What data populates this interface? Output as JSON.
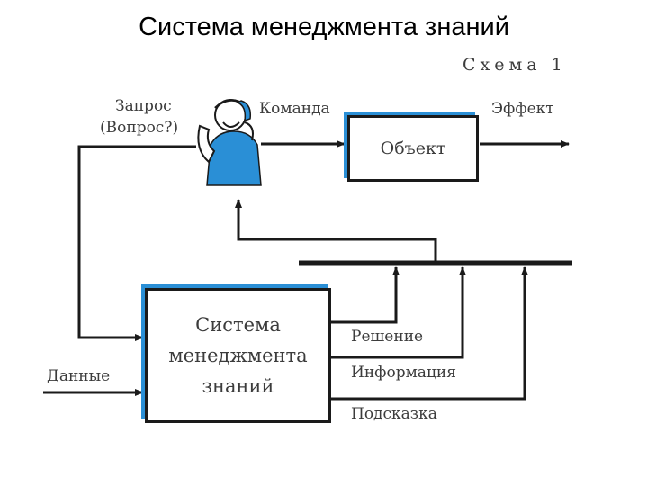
{
  "title": "Система менеджмента знаний",
  "scheme_label": "Схема 1",
  "labels": {
    "request_line1": "Запрос",
    "request_line2": "(Вопрос?)",
    "command": "Команда",
    "effect": "Эффект",
    "data": "Данные",
    "decision": "Решение",
    "information": "Информация",
    "hint": "Подсказка"
  },
  "object_box": {
    "label": "Объект"
  },
  "kms_box": {
    "line1": "Система",
    "line2": "менеджмента",
    "line3": "знаний"
  },
  "colors": {
    "accent": "#2a8fd6",
    "line": "#1a1a1a",
    "text": "#3c3c3c"
  },
  "icons": {
    "person": "person-on-phone-icon"
  }
}
